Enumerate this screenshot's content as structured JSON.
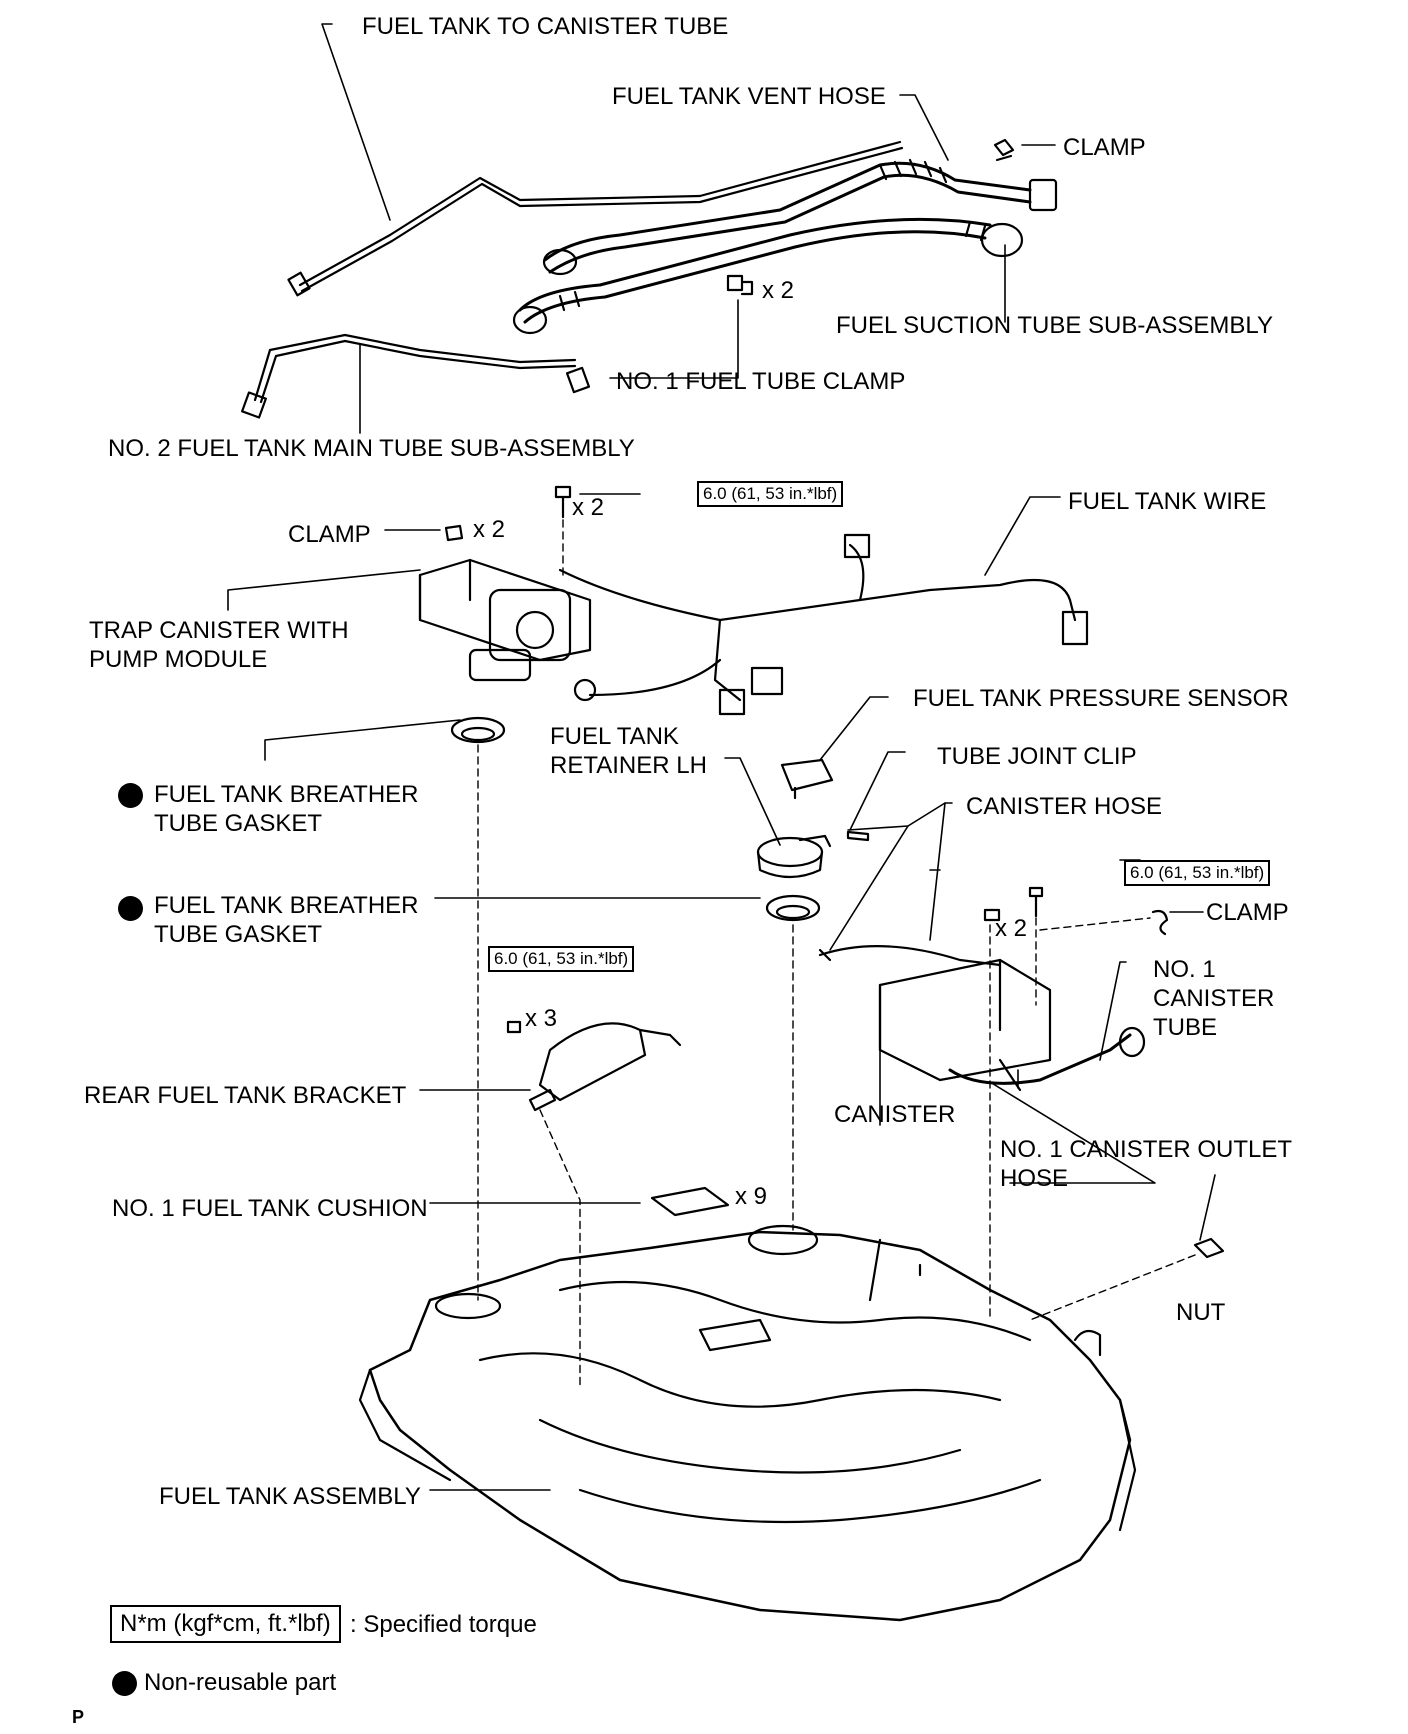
{
  "labels": {
    "fuel_tank_to_canister_tube": "FUEL TANK TO CANISTER TUBE",
    "fuel_tank_vent_hose": "FUEL TANK VENT HOSE",
    "clamp_top": "CLAMP",
    "fuel_suction_tube": "FUEL SUCTION TUBE SUB-ASSEMBLY",
    "no1_fuel_tube_clamp": "NO. 1 FUEL TUBE CLAMP",
    "no2_main_tube": "NO. 2 FUEL TANK MAIN TUBE SUB-ASSEMBLY",
    "fuel_tank_wire": "FUEL TANK WIRE",
    "clamp_mid": "CLAMP",
    "trap_canister_line1": "TRAP CANISTER WITH",
    "trap_canister_line2": "PUMP MODULE",
    "pressure_sensor": "FUEL TANK PRESSURE SENSOR",
    "retainer_line1": "FUEL TANK",
    "retainer_line2": "RETAINER LH",
    "tube_joint_clip": "TUBE JOINT CLIP",
    "canister_hose": "CANISTER HOSE",
    "gasket1_line1": "FUEL TANK BREATHER",
    "gasket1_line2": "TUBE GASKET",
    "gasket2_line1": "FUEL TANK BREATHER",
    "gasket2_line2": "TUBE GASKET",
    "clamp_right": "CLAMP",
    "no1_canister_tube_line1": "NO. 1",
    "no1_canister_tube_line2": "CANISTER",
    "no1_canister_tube_line3": "TUBE",
    "rear_bracket": "REAR FUEL TANK BRACKET",
    "canister": "CANISTER",
    "outlet_hose_line1": "NO. 1 CANISTER OUTLET",
    "outlet_hose_line2": "HOSE",
    "cushion": "NO. 1 FUEL TANK CUSHION",
    "nut": "NUT",
    "fuel_tank_assembly": "FUEL TANK ASSEMBLY"
  },
  "quantities": {
    "tube_clamp": "x 2",
    "bolt_top": "x 2",
    "clamp_mid": "x 2",
    "canister_bolts": "x 2",
    "bracket_bolts": "x 3",
    "cushion": "x 9"
  },
  "torques": {
    "top": "6.0 (61, 53 in.*lbf)",
    "right": "6.0 (61, 53 in.*lbf)",
    "bracket": "6.0 (61, 53 in.*lbf)"
  },
  "legend": {
    "torque_box": "N*m (kgf*cm, ft.*lbf)",
    "torque_text": ": Specified torque",
    "nonreusable_text": "Non-reusable part"
  },
  "corner_mark": "P"
}
